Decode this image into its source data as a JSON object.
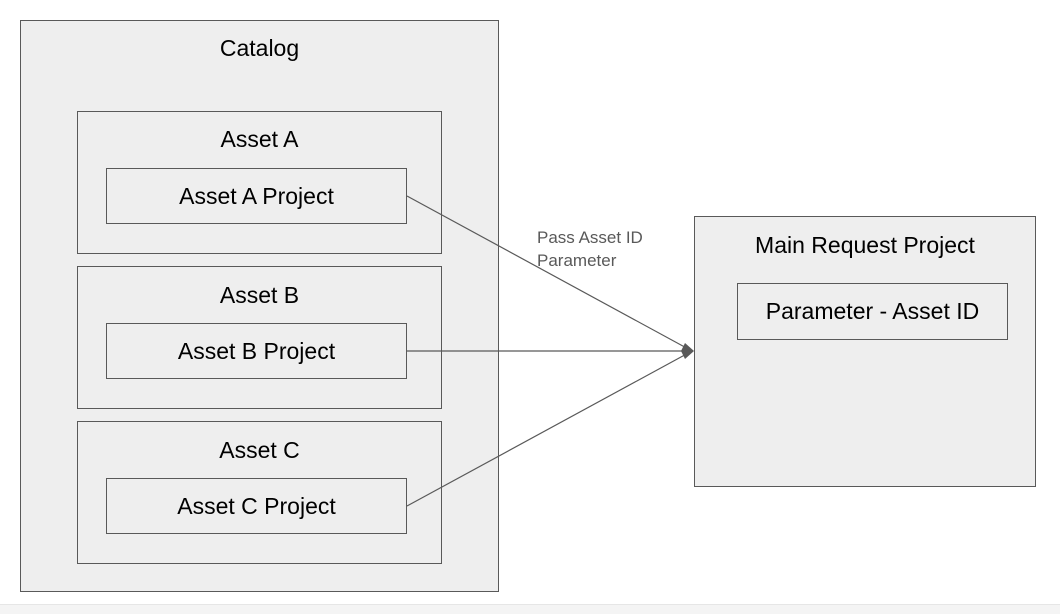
{
  "catalog": {
    "title": "Catalog",
    "assets": [
      {
        "title": "Asset A",
        "project": "Asset A Project"
      },
      {
        "title": "Asset B",
        "project": "Asset B Project"
      },
      {
        "title": "Asset C",
        "project": "Asset C Project"
      }
    ]
  },
  "main_request": {
    "title": "Main Request Project",
    "parameter": "Parameter - Asset ID"
  },
  "edge_label": {
    "line1": "Pass Asset ID",
    "line2": "Parameter"
  },
  "colors": {
    "fill": "#eeeeee",
    "stroke": "#595959"
  }
}
